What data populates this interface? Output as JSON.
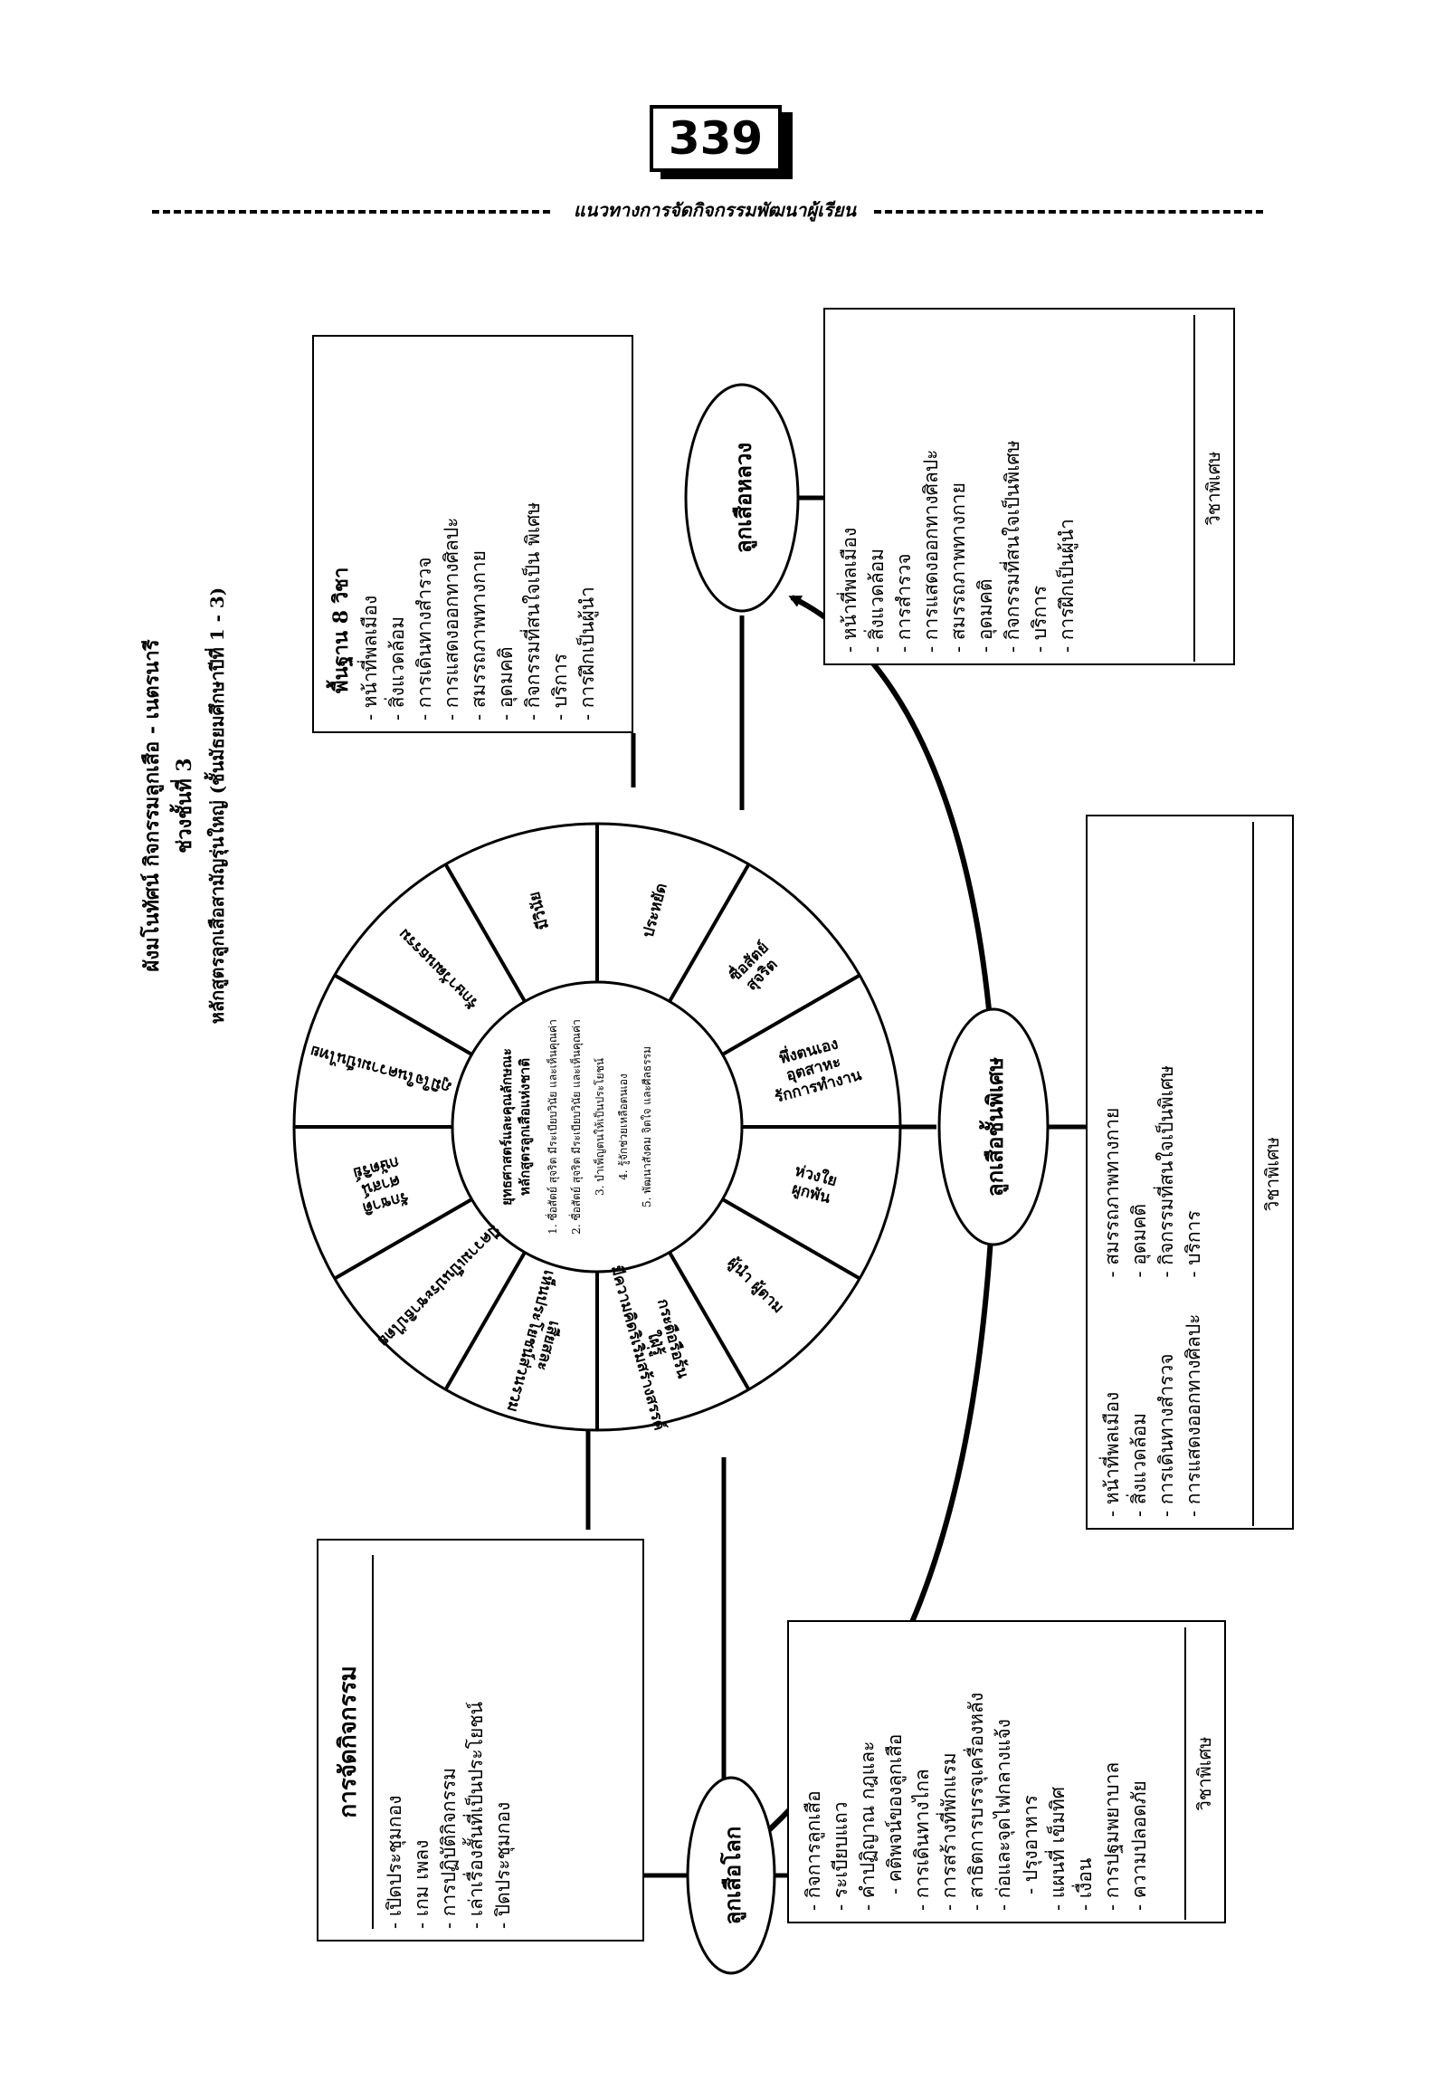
{
  "page_number": "339",
  "header_title": "แนวทางการจัดกิจกรรมพัฒนาผู้เรียน",
  "title": {
    "line1": "ผังมโนทัศน์ กิจกรรมลูกเสือ - เนตรนารี",
    "line2": "ช่วงชั้นที่ 3",
    "line3": "หลักสูตรลูกเสือสามัญรุ่นใหญ่ (ชั้นมัธยมศึกษาปีที่ 1 - 3)"
  },
  "wheel": {
    "center_title": "หลักสูตรลูกเสือแห่งชาติ",
    "center_subtitle": "ยุทธศาสตร์และคุณลักษณะ",
    "center_items": [
      "1. ซื่อสัตย์ สุจริต มีระเบียบวินัย และเห็นคุณค่า",
      "2. ซื่อสัตย์ สุจริต มีระเบียบวินัย และเห็นคุณค่า",
      "3. บำเพ็ญตนให้เป็นประโยชน์",
      "4. รู้จักช่วยเหลือตนเอง",
      "5. พัฒนาสังคม จิตใจ และศีลธรรม"
    ],
    "segments": [
      "ประหยัด",
      "ซื่อสัตย์ สุจริต",
      "พึ่งตนเอง อุตสาหะ รักการทำงาน",
      "ห่วงใย ผูกพัน",
      "ผู้นำ ผู้ตาม",
      "กระตือรือร้น ใฝ่รู้ มีความคิดริเริ่มสร้างสรรค์",
      "เสียสละ เห็นประโยชน์ส่วนรวม",
      "มีความเป็นประชาธิปไตย",
      "รักชาติ ศาสน์ กษัตริย์",
      "ภูมิใจในความเป็นไทย",
      "รักษาวัฒนธรรม",
      "มีวินัย"
    ]
  },
  "nodes": {
    "scout_world": "ลูกเสือโลก",
    "scout_special": "ลูกเสือชั้นพิเศษ",
    "scout_royal": "ลูกเสือหลวง"
  },
  "boxes": {
    "activities": {
      "title": "การจัดกิจกรรม",
      "items": [
        "เปิดประชุมกอง",
        "เกม เพลง",
        "การปฏิบัติกิจกรรม",
        "เล่าเรื่องสั้นที่เป็นประโยชน์",
        "ปิดประชุมกอง"
      ]
    },
    "basic": {
      "title": "พื้นฐาน 8 วิชา",
      "items": [
        "หน้าที่พลเมือง",
        "สิ่งแวดล้อม",
        "การเดินทางสำรวจ",
        "การแสดงออกทางศิลปะ",
        "สมรรถภาพทางกาย",
        "อุดมคติ",
        "กิจกรรมที่สนใจเป็น พิเศษ",
        "บริการ",
        "การฝึกเป็นผู้นำ"
      ]
    },
    "world": {
      "items": [
        "กิจการลูกเสือ",
        "ระเบียบแถว",
        "คำปฏิญาณ กฎและ",
        "คติพจน์ของลูกเสือ",
        "การเดินทางไกล",
        "การสร้างที่พักแรม",
        "สาธิตการบรรจุเครื่องหลัง",
        "ก่อและจุดไฟกลางแจ้ง",
        "ปรุงอาหาร",
        "แผนที่ เข็มทิศ",
        "เงื่อน",
        "การปฐมพยาบาล",
        "ความปลอดภัย"
      ],
      "footer": "วิชาพิเศษ"
    },
    "special": {
      "col1": [
        "หน้าที่พลเมือง",
        "สิ่งแวดล้อม",
        "การเดินทางสำรวจ",
        "การแสดงออกทางศิลปะ"
      ],
      "col2": [
        "สมรรถภาพทางกาย",
        "อุดมคติ",
        "กิจกรรมที่สนใจเป็นพิเศษ",
        "บริการ"
      ],
      "footer": "วิชาพิเศษ"
    },
    "royal": {
      "items": [
        "หน้าที่พลเมือง",
        "สิ่งแวดล้อม",
        "การสำรวจ",
        "การแสดงออกทางศิลปะ",
        "สมรรถภาพทางกาย",
        "อุดมคติ",
        "กิจกรรมที่สนใจเป็นพิเศษ",
        "บริการ",
        "การฝึกเป็นผู้นำ"
      ],
      "footer": "วิชาพิเศษ"
    }
  }
}
